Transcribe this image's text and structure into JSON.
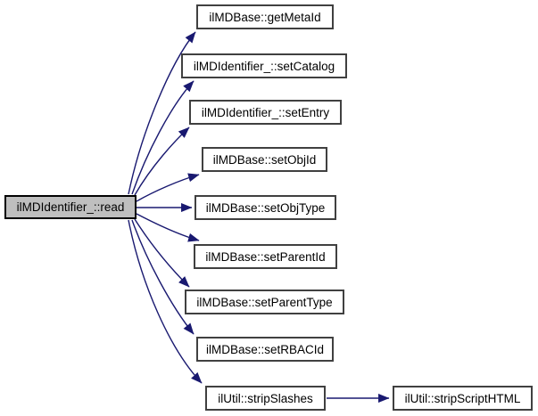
{
  "graph": {
    "type": "call-graph",
    "caller": {
      "label": "ilMDIdentifier_::read"
    },
    "callees": [
      {
        "label": "ilMDBase::getMetaId"
      },
      {
        "label": "ilMDIdentifier_::setCatalog"
      },
      {
        "label": "ilMDIdentifier_::setEntry"
      },
      {
        "label": "ilMDBase::setObjId"
      },
      {
        "label": "ilMDBase::setObjType"
      },
      {
        "label": "ilMDBase::setParentId"
      },
      {
        "label": "ilMDBase::setParentType"
      },
      {
        "label": "ilMDBase::setRBACId"
      },
      {
        "label": "ilUtil::stripSlashes"
      }
    ],
    "secondary": {
      "label": "ilUtil::stripScriptHTML"
    },
    "edges": [
      {
        "from": "ilMDIdentifier_::read",
        "to": "ilMDBase::getMetaId"
      },
      {
        "from": "ilMDIdentifier_::read",
        "to": "ilMDIdentifier_::setCatalog"
      },
      {
        "from": "ilMDIdentifier_::read",
        "to": "ilMDIdentifier_::setEntry"
      },
      {
        "from": "ilMDIdentifier_::read",
        "to": "ilMDBase::setObjId"
      },
      {
        "from": "ilMDIdentifier_::read",
        "to": "ilMDBase::setObjType"
      },
      {
        "from": "ilMDIdentifier_::read",
        "to": "ilMDBase::setParentId"
      },
      {
        "from": "ilMDIdentifier_::read",
        "to": "ilMDBase::setParentType"
      },
      {
        "from": "ilMDIdentifier_::read",
        "to": "ilMDBase::setRBACId"
      },
      {
        "from": "ilMDIdentifier_::read",
        "to": "ilUtil::stripSlashes"
      },
      {
        "from": "ilUtil::stripSlashes",
        "to": "ilUtil::stripScriptHTML"
      }
    ],
    "colors": {
      "edge": "#191970",
      "node_border": "#404040",
      "node_fill": "#ffffff",
      "caller_fill": "#bfbfbf",
      "text": "#000000",
      "background": "#ffffff"
    }
  }
}
